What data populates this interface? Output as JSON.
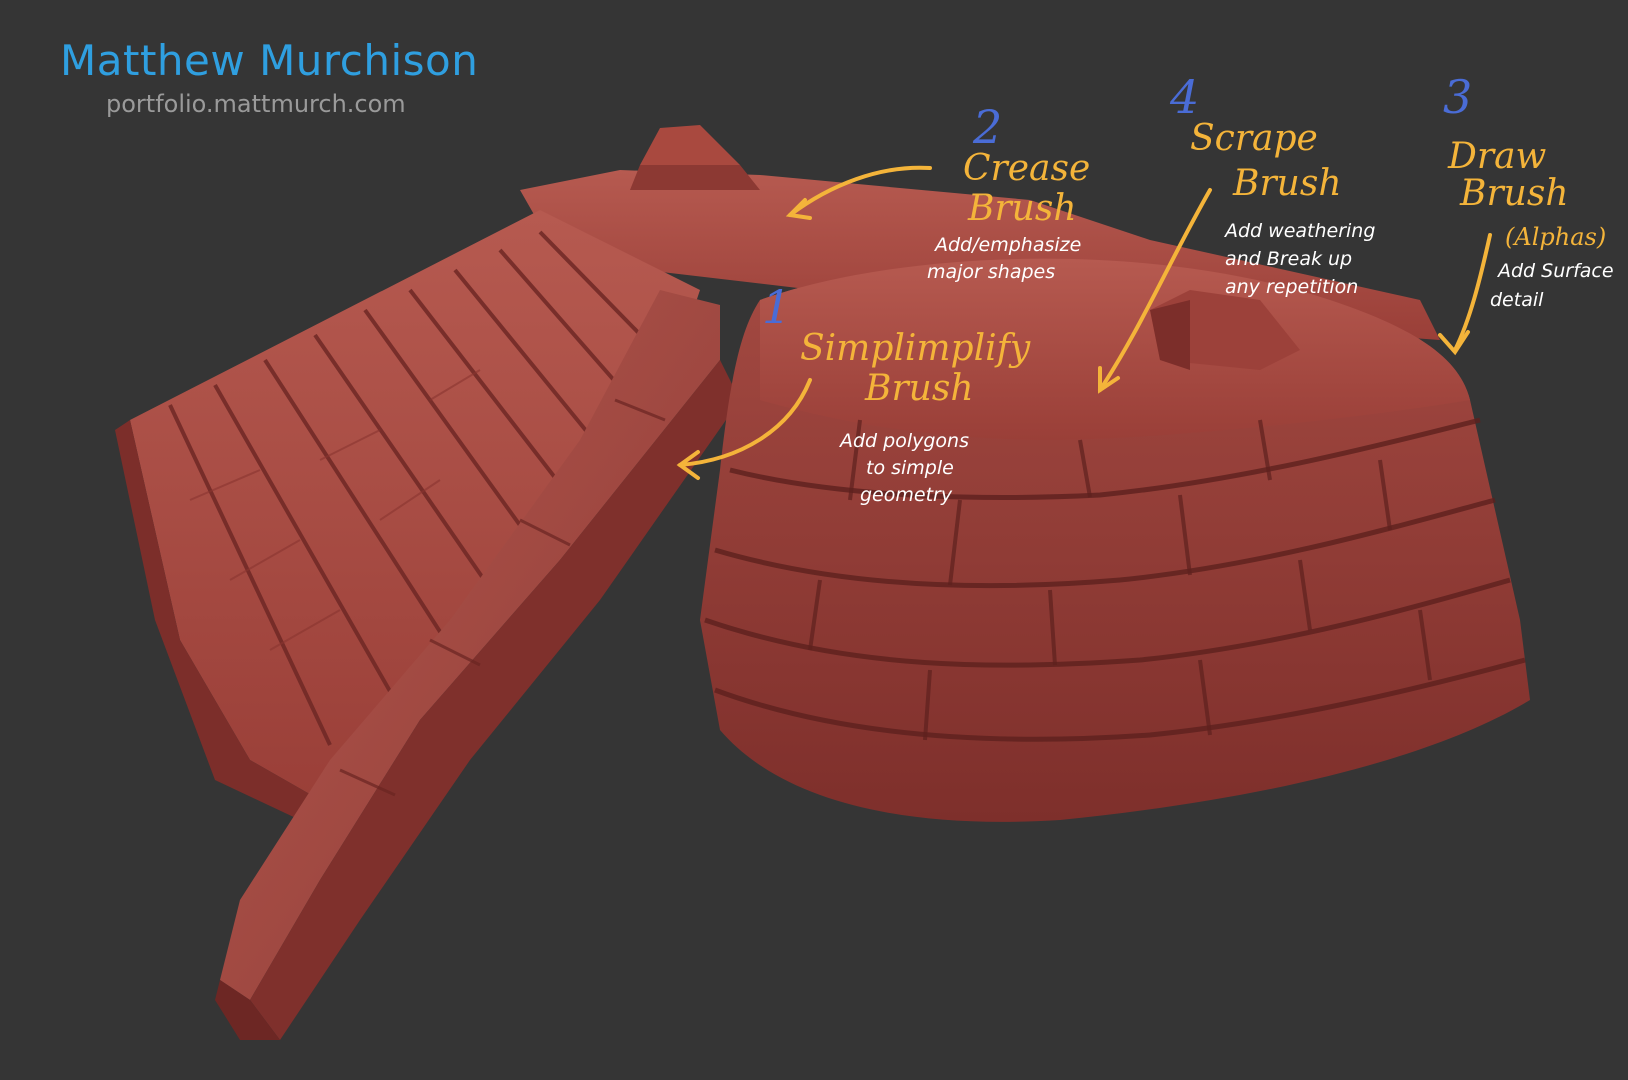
{
  "header": {
    "author": "Matthew Murchison",
    "site": "portfolio.mattmurch.com"
  },
  "annotations": [
    {
      "number": "1",
      "brush_line1": "Simplimplify",
      "brush_line2": "Brush",
      "note_lines": [
        "Add polygons",
        "to simple",
        "geometry"
      ]
    },
    {
      "number": "2",
      "brush_line1": "Crease",
      "brush_line2": "Brush",
      "note_lines": [
        "Add/emphasize",
        "major shapes"
      ]
    },
    {
      "number": "3",
      "brush_line1": "Draw",
      "brush_line2": "Brush",
      "brush_line3": "(Alphas)",
      "note_lines": [
        "Add Surface",
        "detail"
      ]
    },
    {
      "number": "4",
      "brush_line1": "Scrape",
      "brush_line2": "Brush",
      "note_lines": [
        "Add weathering",
        "and Break up",
        "any repetition"
      ]
    }
  ],
  "colors": {
    "background": "#353535",
    "author": "#2f9fe0",
    "number": "#4a6cd6",
    "brush": "#f4b43a",
    "note": "#ffffff",
    "clay": "#a4463f"
  }
}
